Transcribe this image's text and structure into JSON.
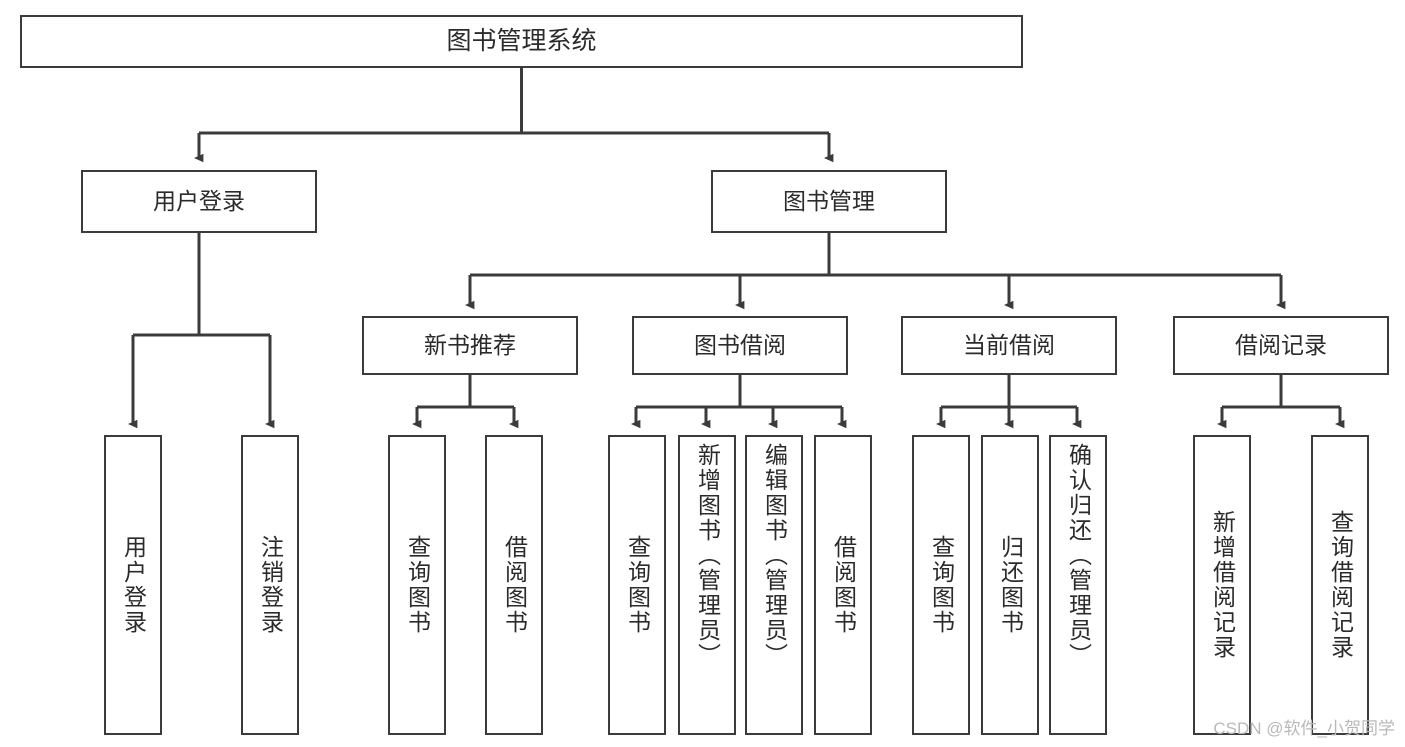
{
  "diagram": {
    "title": "图书管理系统",
    "root": {
      "label": "图书管理系统"
    },
    "level2": [
      {
        "label": "用户登录"
      },
      {
        "label": "图书管理"
      }
    ],
    "level3": [
      {
        "label": "新书推荐"
      },
      {
        "label": "图书借阅"
      },
      {
        "label": "当前借阅"
      },
      {
        "label": "借阅记录"
      }
    ],
    "leaves": {
      "user_login": [
        {
          "label": "用户登录"
        },
        {
          "label": "注销登录"
        }
      ],
      "new_book": [
        {
          "label": "查询图书"
        },
        {
          "label": "借阅图书"
        }
      ],
      "borrow_book": [
        {
          "label": "查询图书"
        },
        {
          "label": "新增图书（管理员）"
        },
        {
          "label": "编辑图书（管理员）"
        },
        {
          "label": "借阅图书"
        }
      ],
      "current_borrow": [
        {
          "label": "查询图书"
        },
        {
          "label": "归还图书"
        },
        {
          "label": "确认归还（管理员）"
        }
      ],
      "borrow_record": [
        {
          "label": "新增借阅记录"
        },
        {
          "label": "查询借阅记录"
        }
      ]
    },
    "watermark": "CSDN @软件_小贺同学",
    "colors": {
      "box_border": "#3b3b3b",
      "box_fill": "#ffffff",
      "text": "#2b2b2b",
      "connector": "#3b3b3b",
      "watermark": "#b9b9b9",
      "background": "#ffffff"
    }
  }
}
